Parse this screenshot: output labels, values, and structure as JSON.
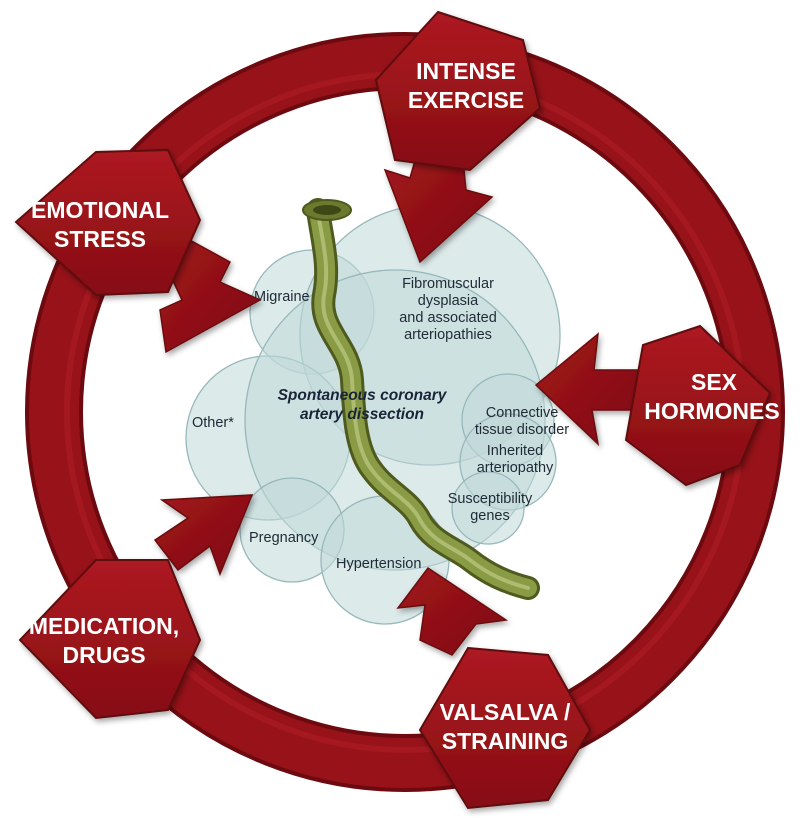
{
  "center": {
    "title_line1": "Spontaneous coronary",
    "title_line2": "artery dissection"
  },
  "triggers": [
    {
      "id": "intense-exercise",
      "line1": "INTENSE",
      "line2": "EXERCISE"
    },
    {
      "id": "emotional-stress",
      "line1": "EMOTIONAL",
      "line2": "STRESS"
    },
    {
      "id": "sex-hormones",
      "line1": "SEX",
      "line2": "HORMONES"
    },
    {
      "id": "medication-drugs",
      "line1": "MEDICATION,",
      "line2": "DRUGS"
    },
    {
      "id": "valsalva-straining",
      "line1": "VALSALVA /",
      "line2": "STRAINING"
    }
  ],
  "predisposing": {
    "migraine": "Migraine",
    "fmd_line1": "Fibromuscular",
    "fmd_line2": "dysplasia",
    "fmd_line3": "and associated",
    "fmd_line4": "arteriopathies",
    "other": "Other*",
    "ctd_line1": "Connective",
    "ctd_line2": "tissue disorder",
    "inh_line1": "Inherited",
    "inh_line2": "arteriopathy",
    "sus_line1": "Susceptibility",
    "sus_line2": "genes",
    "pregnancy": "Pregnancy",
    "hypertension": "Hypertension"
  },
  "colors": {
    "ring": "#8e1016",
    "hexagon": "#9a1219",
    "cloud_fill": "#b9d3d3",
    "cloud_stroke": "#8fb3b5",
    "artery": "#7c8d3a"
  }
}
